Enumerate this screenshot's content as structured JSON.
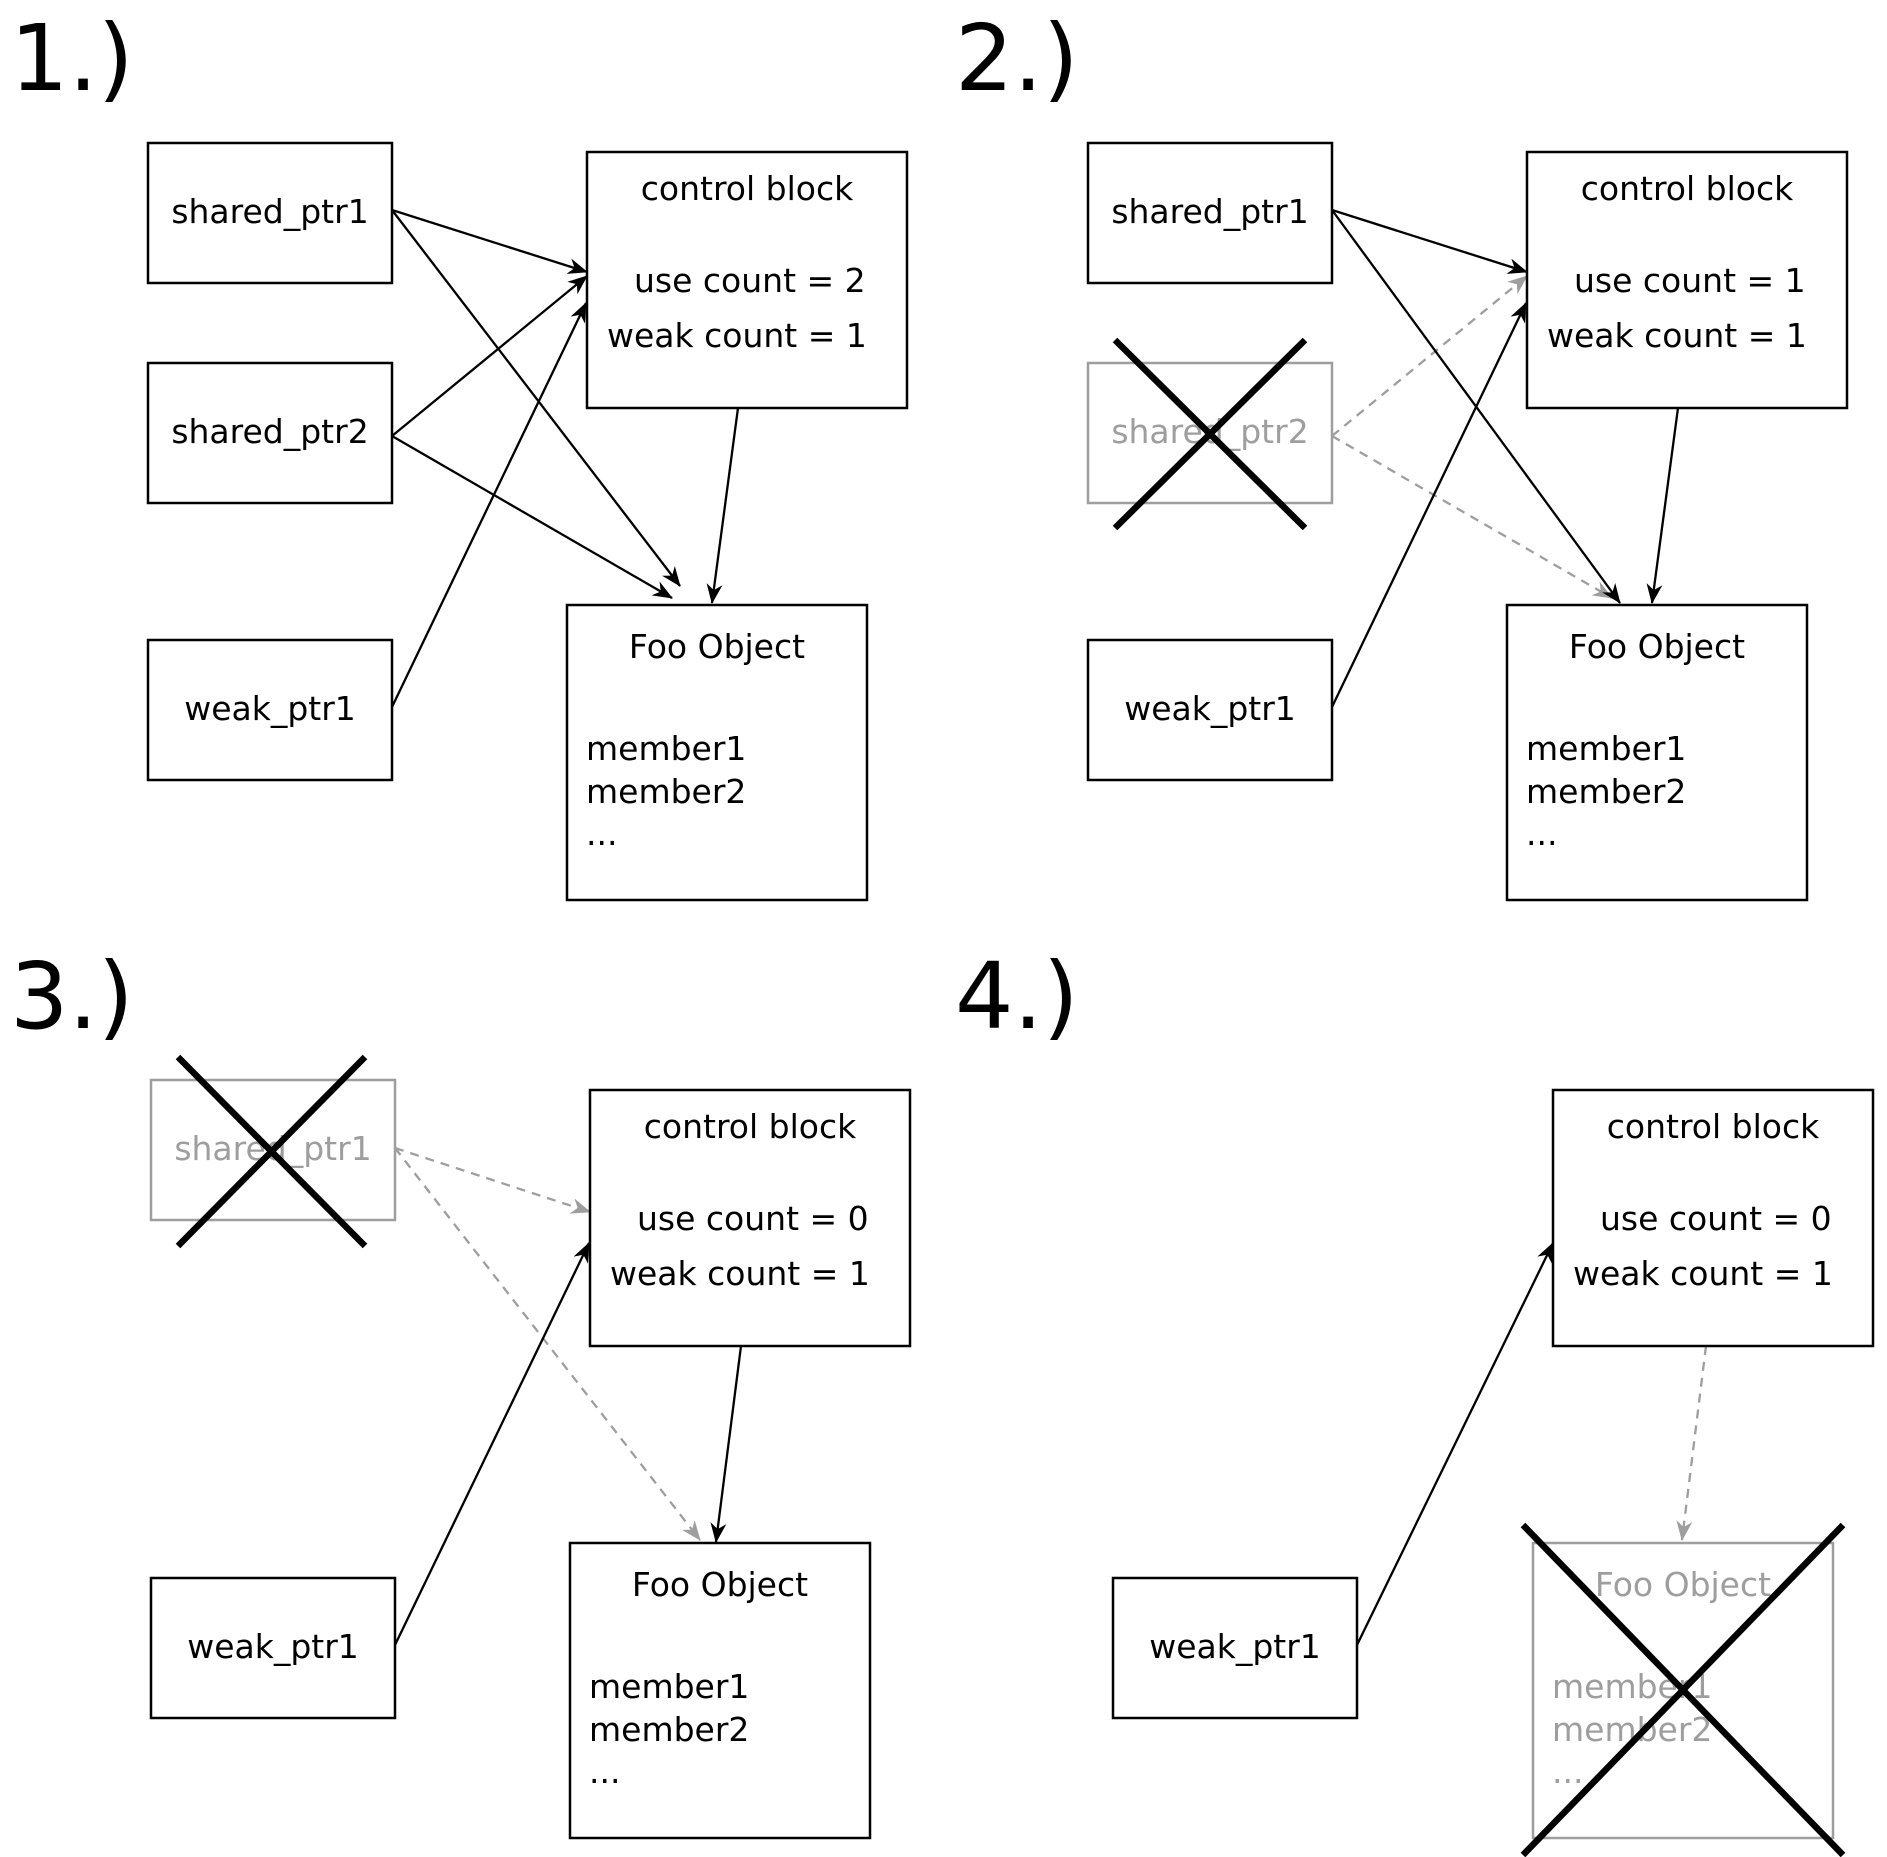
{
  "panels": [
    {
      "step_label": "1.)",
      "shared_ptr1": "shared_ptr1",
      "shared_ptr2": "shared_ptr2",
      "weak_ptr1": "weak_ptr1",
      "control_block": {
        "title": "control block",
        "use_count": "use count = 2",
        "weak_count": "weak count = 1"
      },
      "foo_object": {
        "title": "Foo Object",
        "member1": "member1",
        "member2": "member2",
        "ellipsis": "..."
      }
    },
    {
      "step_label": "2.)",
      "shared_ptr1": "shared_ptr1",
      "shared_ptr2": "shared_ptr2",
      "weak_ptr1": "weak_ptr1",
      "control_block": {
        "title": "control block",
        "use_count": "use count = 1",
        "weak_count": "weak count = 1"
      },
      "foo_object": {
        "title": "Foo Object",
        "member1": "member1",
        "member2": "member2",
        "ellipsis": "..."
      }
    },
    {
      "step_label": "3.)",
      "shared_ptr1": "shared_ptr1",
      "weak_ptr1": "weak_ptr1",
      "control_block": {
        "title": "control block",
        "use_count": "use count = 0",
        "weak_count": "weak count = 1"
      },
      "foo_object": {
        "title": "Foo Object",
        "member1": "member1",
        "member2": "member2",
        "ellipsis": "..."
      }
    },
    {
      "step_label": "4.)",
      "weak_ptr1": "weak_ptr1",
      "control_block": {
        "title": "control block",
        "use_count": "use count = 0",
        "weak_count": "weak count = 1"
      },
      "foo_object": {
        "title": "Foo Object",
        "member1": "member1",
        "member2": "member2",
        "ellipsis": "..."
      }
    }
  ],
  "colors": {
    "active": "#000000",
    "destroyed": "#9e9e9e"
  }
}
